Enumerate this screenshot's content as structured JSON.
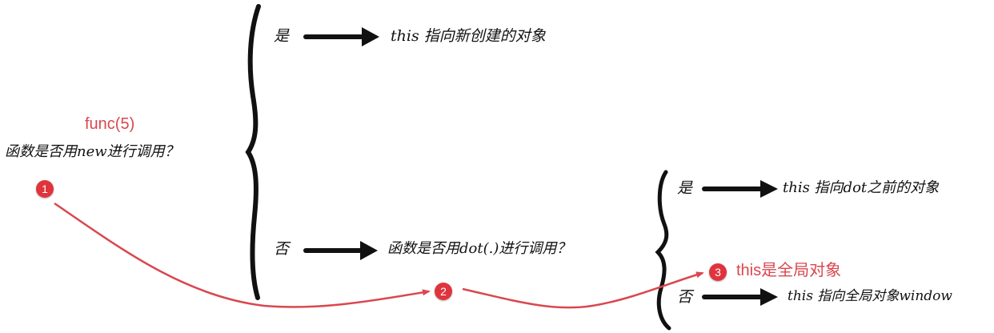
{
  "diagram": {
    "annotation_call": "func(5)",
    "question_new": "函数是否用new进行调用？",
    "branch_new_yes": {
      "label": "是",
      "result": "this 指向新创建的对象"
    },
    "branch_new_no": {
      "label": "否",
      "result": "函数是否用dot(.)进行调用？"
    },
    "branch_dot_yes": {
      "label": "是",
      "result": "this 指向dot之前的对象"
    },
    "branch_dot_no": {
      "label": "否",
      "result": "this 指向全局对象window"
    },
    "steps": [
      {
        "number": "1"
      },
      {
        "number": "2"
      },
      {
        "number": "3",
        "annotation": "this是全局对象"
      }
    ],
    "colors": {
      "ink": "#111111",
      "annotation": "#d9474f",
      "badge": "#e0343d",
      "path_line": "#d9474f"
    }
  }
}
